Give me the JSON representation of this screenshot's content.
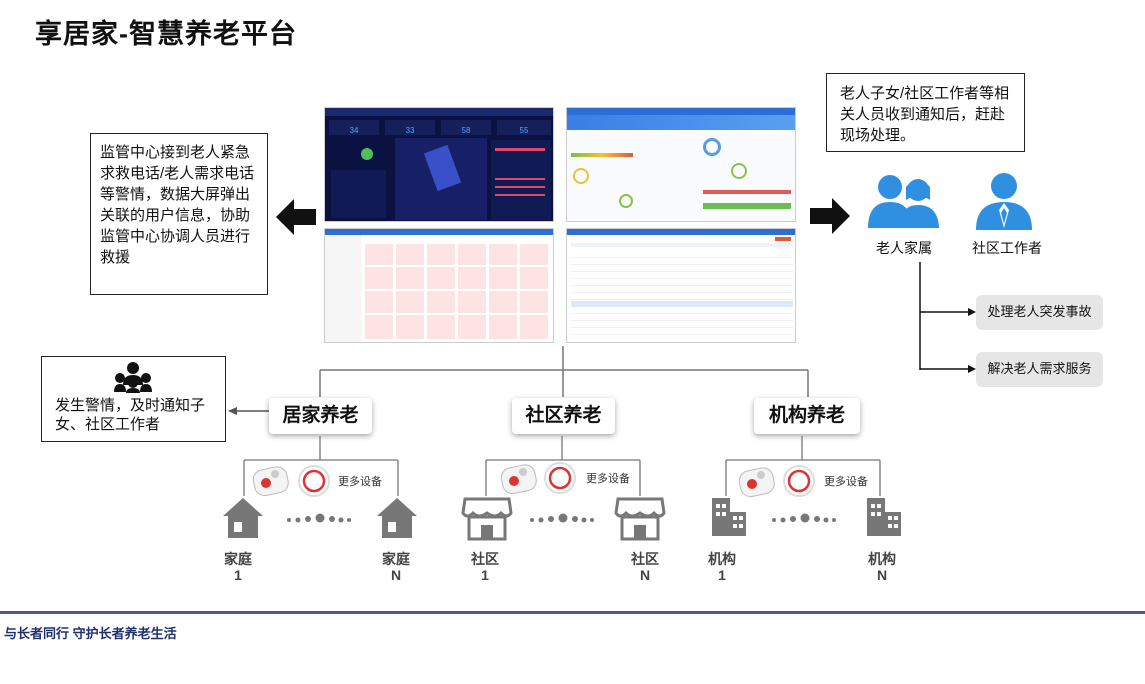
{
  "title": "享居家-智慧养老平台",
  "left_note": "监管中心接到老人紧急求救电话/老人需求电话等警情，数据大屏弹出关联的用户信息，协助监管中心协调人员进行救援",
  "right_note": "老人子女/社区工作者等相关人员收到通知后，赶赴现场处理。",
  "people": [
    {
      "label": "老人家属",
      "icon": "family-icon"
    },
    {
      "label": "社区工作者",
      "icon": "worker-icon"
    }
  ],
  "actions": [
    "处理老人突发事故",
    "解决老人需求服务"
  ],
  "alert_note": "发生警情，及时通知子女、社区工作者",
  "categories": [
    {
      "label": "居家养老",
      "more": "更多设备",
      "node_first": [
        "家庭",
        "1"
      ],
      "node_last": [
        "家庭",
        "N"
      ]
    },
    {
      "label": "社区养老",
      "more": "更多设备",
      "node_first": [
        "社区",
        "1"
      ],
      "node_last": [
        "社区",
        "N"
      ]
    },
    {
      "label": "机构养老",
      "more": "更多设备",
      "node_first": [
        "机构",
        "1"
      ],
      "node_last": [
        "机构",
        "N"
      ]
    }
  ],
  "screens": {
    "dashboard_numbers": [
      "34",
      "33",
      "58",
      "55"
    ]
  },
  "footer": "与长者同行 守护长者养老生活",
  "colors": {
    "accent": "#1e73c8",
    "footer": "#1f3070",
    "arrow": "#111111"
  }
}
